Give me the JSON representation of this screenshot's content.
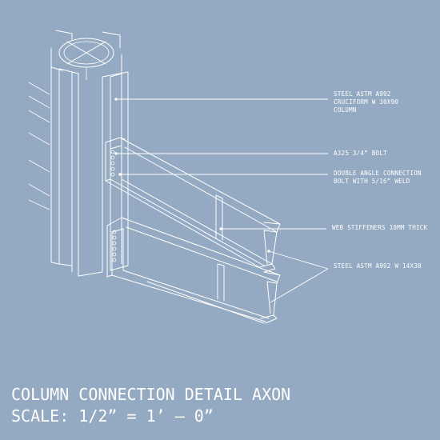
{
  "labels": {
    "column": "STEEL ASTM A992\nCRUCIFORM W 30X90\nCOLUMN",
    "bolt": "A325 3/4” BOLT",
    "angle": "DOUBLE ANGLE CONNECTION\nBOLT WITH 5/16” WELD",
    "stiffener": "WEB STIFFENERS 10MM THICK",
    "beam": "STEEL ASTM A992 W 14X30"
  },
  "title": {
    "line1": "COLUMN CONNECTION DETAIL AXON",
    "line2": "SCALE: 1/2” = 1’ – 0”"
  },
  "colors": {
    "background": "#94a9c2",
    "linework": "#ffffff"
  }
}
